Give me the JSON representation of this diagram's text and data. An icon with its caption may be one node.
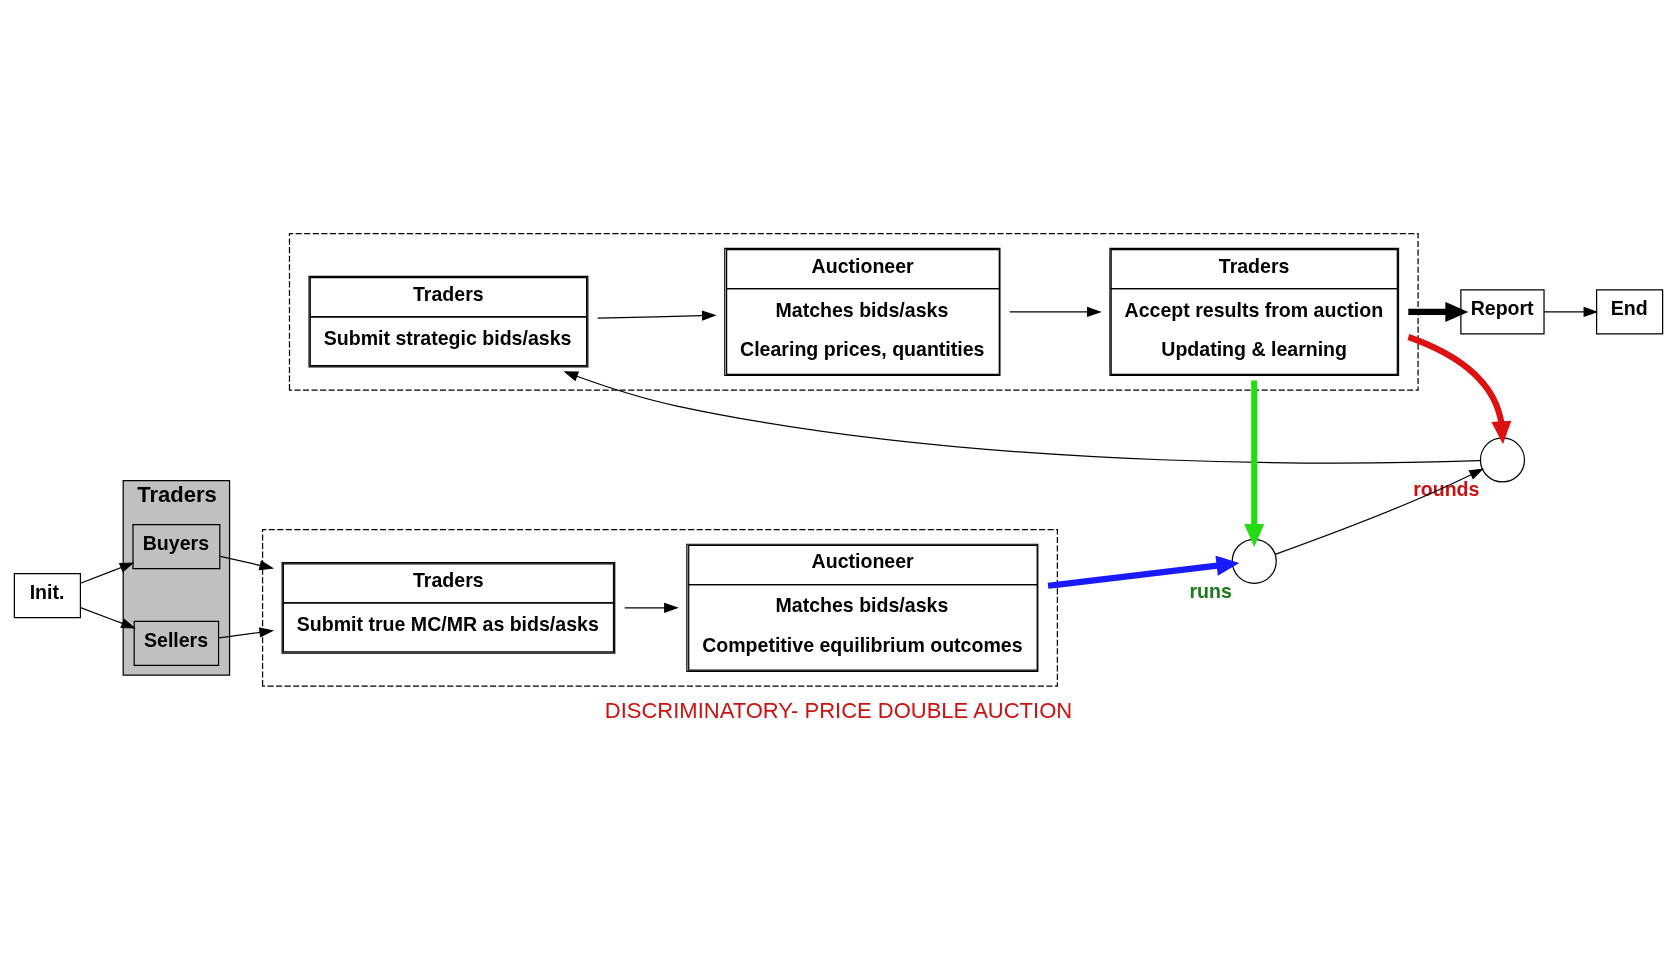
{
  "diagram": {
    "caption": "DISCRIMINATORY- PRICE DOUBLE AUCTION",
    "nodes": [
      {
        "text": [
          "Init."
        ]
      },
      {
        "text": [
          "Traders"
        ]
      },
      {
        "text": [
          "Buyers"
        ],
        "in": 1
      },
      {
        "text": [
          "Sellers"
        ],
        "in": 1
      },
      {
        "text": [],
        "shape": "box"
      },
      {
        "text": [
          "Traders",
          "Submit true MC/MR as bids/asks"
        ],
        "in": 4
      },
      {
        "text": [
          "Auctioneer",
          "Matches bids/asks",
          "Competitive equilibrium outcomes"
        ],
        "in": 4
      },
      {
        "text": [],
        "shape": "circle",
        "beside": [
          "runs"
        ]
      },
      {
        "text": [],
        "shape": "circle",
        "beside": [
          "rounds"
        ]
      },
      {
        "text": [],
        "shape": "box"
      },
      {
        "text": [
          "Traders",
          "Submit strategic bids/asks"
        ],
        "in": 9
      },
      {
        "text": [
          "Auctioneer",
          "Matches bids/asks",
          "Clearing prices, quantities"
        ],
        "in": 9
      },
      {
        "text": [
          "Traders",
          "Accept results from auction",
          "Updating & learning"
        ],
        "in": 9
      },
      {
        "text": [
          "Report"
        ]
      },
      {
        "text": [
          "End"
        ]
      }
    ],
    "edges": [
      {
        "from": 0,
        "to": 2,
        "arrow": "to"
      },
      {
        "from": 0,
        "to": 3,
        "arrow": "to"
      },
      {
        "from": 2,
        "to": 5,
        "arrow": "to"
      },
      {
        "from": 3,
        "to": 5,
        "arrow": "to"
      },
      {
        "from": 5,
        "to": 6,
        "arrow": "to"
      },
      {
        "from": 6,
        "to": 7,
        "arrow": "to",
        "style": "thick",
        "color": "#1a1aff"
      },
      {
        "from": 7,
        "to": 8,
        "arrow": "to"
      },
      {
        "from": 8,
        "to": 10,
        "arrow": "to"
      },
      {
        "from": 10,
        "to": 11,
        "arrow": "to"
      },
      {
        "from": 11,
        "to": 12,
        "arrow": "to"
      },
      {
        "from": 12,
        "to": 13,
        "arrow": "to",
        "style": "thick"
      },
      {
        "from": 12,
        "to": 7,
        "arrow": "to",
        "style": "thick",
        "color": "#22dd11"
      },
      {
        "from": 12,
        "to": 8,
        "arrow": "to",
        "style": "thick",
        "color": "#dd1111"
      },
      {
        "from": 13,
        "to": 14,
        "arrow": "to"
      }
    ]
  }
}
